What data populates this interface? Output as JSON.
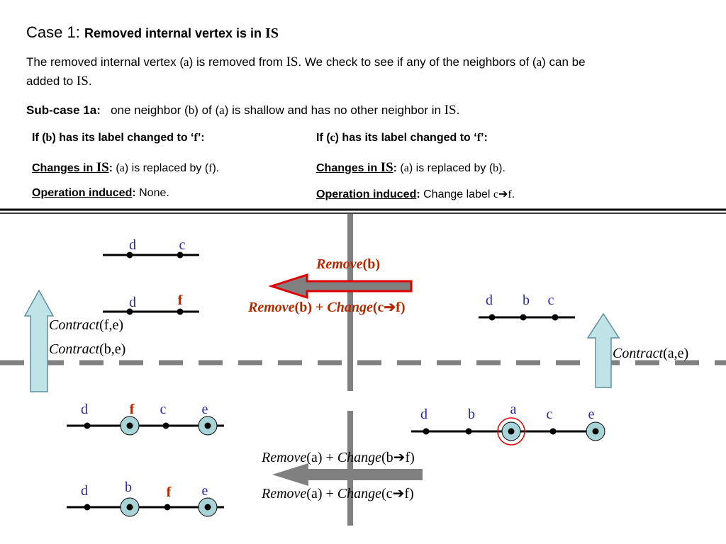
{
  "heading": {
    "case": "Case 1:",
    "title_pre": "Removed internal vertex is in ",
    "title_is": "IS"
  },
  "intro": {
    "line1_a": "The removed internal vertex (",
    "line1_v": "a",
    "line1_b": ") is removed from ",
    "line1_is": "IS",
    "line1_c": ". We check to see if any of the neighbors of (",
    "line1_v2": "a",
    "line1_d": ") can be",
    "line2_a": "added to ",
    "line2_is": "IS",
    "line2_b": "."
  },
  "subcase": {
    "label": "Sub-case 1a:",
    "t1": "one neighbor (",
    "v1": "b",
    "t2": ") of (",
    "v2": "a",
    "t3": ") is shallow and has no other neighbor in ",
    "is": "IS",
    "t4": "."
  },
  "left_col": {
    "head_a": "If (",
    "head_v": "b",
    "head_b": ") has its label changed to ‘",
    "head_f": "f",
    "head_c": "’:",
    "changes_label": "Changes in ",
    "changes_is": "IS",
    "changes_colon": ":",
    "changes_t1": " (",
    "changes_v1": "a",
    "changes_t2": ") is replaced by (",
    "changes_v2": "f",
    "changes_t3": ").",
    "op_label": "Operation induced",
    "op_colon": ":",
    "op_value": " None."
  },
  "right_col": {
    "head_a": "If (",
    "head_v": "c",
    "head_b": ") has its label changed to ‘",
    "head_f": "f",
    "head_c": "’:",
    "changes_label": "Changes in ",
    "changes_is": "IS",
    "changes_colon": ":",
    "changes_t1": " (",
    "changes_v1": "a",
    "changes_t2": ") is replaced by (",
    "changes_v2": "b",
    "changes_t3": ").",
    "op_label": "Operation induced",
    "op_colon": ":",
    "op_value_a": " Change label ",
    "op_c": "c",
    "op_arrow": "➔",
    "op_f": "f",
    "op_end": "."
  },
  "ops": {
    "remove_b_italic": "Remove",
    "remove_b_rest": "(b)",
    "remove_b_change_a": "Remove",
    "remove_b_change_b": "(b) + ",
    "remove_b_change_c": "Change",
    "remove_b_change_d": "(c",
    "remove_b_change_arrow": "➔",
    "remove_b_change_e": "f)",
    "contract_fe_a": "Contract",
    "contract_fe_b": "(f,e)",
    "contract_be_a": "Contract",
    "contract_be_b": "(b,e)",
    "contract_ae_a": "Contract",
    "contract_ae_b": "(a,e)",
    "remove_a_bf_a": "Remove",
    "remove_a_bf_b": "(a) + ",
    "remove_a_bf_c": "Change",
    "remove_a_bf_d": "(b",
    "remove_a_bf_arrow": "➔",
    "remove_a_bf_e": "f)",
    "remove_a_cf_a": "Remove",
    "remove_a_cf_b": "(a) + ",
    "remove_a_cf_c": "Change",
    "remove_a_cf_d": "(c",
    "remove_a_cf_arrow": "➔",
    "remove_a_cf_e": "f)"
  },
  "graphs": {
    "top_left_1": [
      "d",
      "c"
    ],
    "top_left_2": [
      "d",
      "f"
    ],
    "top_right": [
      "d",
      "b",
      "c"
    ],
    "bottom_right": [
      "d",
      "b",
      "a",
      "c",
      "e"
    ],
    "bottom_left_1": [
      "d",
      "f",
      "c",
      "e"
    ],
    "bottom_left_2": [
      "d",
      "b",
      "f",
      "e"
    ]
  },
  "colors": {
    "label_blue": "#2a2aa0",
    "highlight_red": "#b02a00",
    "node_fill": "#a8d4d8",
    "arrow_fill": "#bfe3e6",
    "quad_gray": "#808080"
  }
}
